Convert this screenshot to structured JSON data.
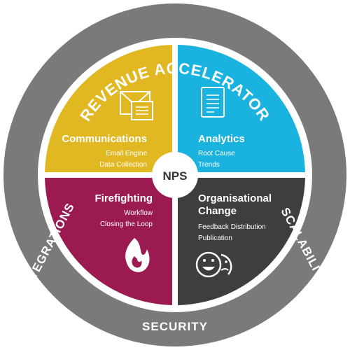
{
  "ring": {
    "top": "REVENUE ACCELERATOR",
    "left": "INTEGRATIONS",
    "right": "SCALABILITY",
    "bottom": "SECURITY"
  },
  "center": "NPS",
  "quadrants": {
    "communications": {
      "title": "Communications",
      "items": [
        "Email Engine",
        "Data Collection"
      ],
      "icon": "envelope-icon",
      "color": "#e2b822"
    },
    "analytics": {
      "title": "Analytics",
      "items": [
        "Root Cause",
        "Trends"
      ],
      "icon": "document-icon",
      "color": "#1ab2de"
    },
    "firefighting": {
      "title": "Firefighting",
      "items": [
        "Workflow",
        "Closing the Loop"
      ],
      "icon": "flame-icon",
      "color": "#9b1a4f"
    },
    "change": {
      "title_line1": "Organisational",
      "title_line2": "Change",
      "items": [
        "Feedback Distribution",
        "Publication"
      ],
      "icon": "smiley-faces-icon",
      "color": "#3e3e3e"
    }
  },
  "colors": {
    "outer_ring": "#7a7a7a",
    "inner_ring": "#ffffff",
    "center": "#ffffff"
  }
}
